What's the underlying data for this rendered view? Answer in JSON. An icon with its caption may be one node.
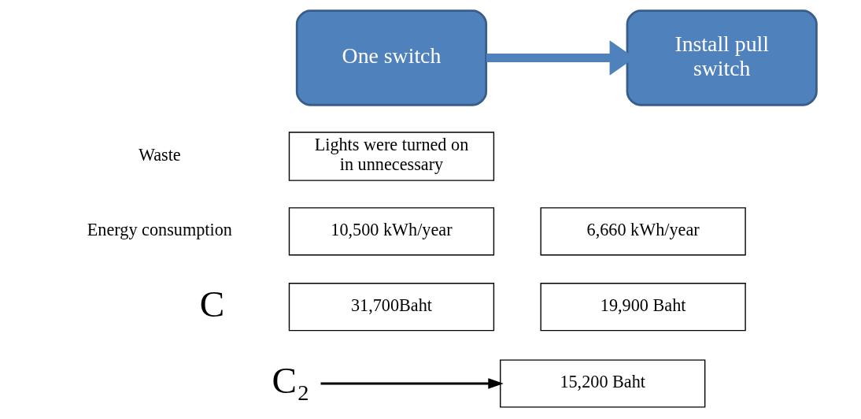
{
  "diagram": {
    "nodes": [
      {
        "text": [
          "One switch"
        ]
      },
      {
        "text": [
          "Install pull switch"
        ]
      },
      {
        "text": [
          "Lights were turned on in unnecessary"
        ]
      },
      {
        "text": [
          "10,500 kWh/year"
        ]
      },
      {
        "text": [
          "6,660 kWh/year"
        ]
      },
      {
        "text": [
          "31,700Baht"
        ]
      },
      {
        "text": [
          "19,900 Baht"
        ]
      },
      {
        "text": [
          "15,200 Baht"
        ]
      },
      {
        "text": [
          "C₂"
        ]
      }
    ],
    "edges": [
      {
        "from": 0,
        "to": 1,
        "arrow": "to",
        "style": "thick",
        "color": "#4f81bd"
      },
      {
        "from": 8,
        "to": 7,
        "arrow": "to",
        "color": "#000000"
      }
    ],
    "labels": [
      "Waste",
      "Energy consumption",
      "C"
    ]
  }
}
